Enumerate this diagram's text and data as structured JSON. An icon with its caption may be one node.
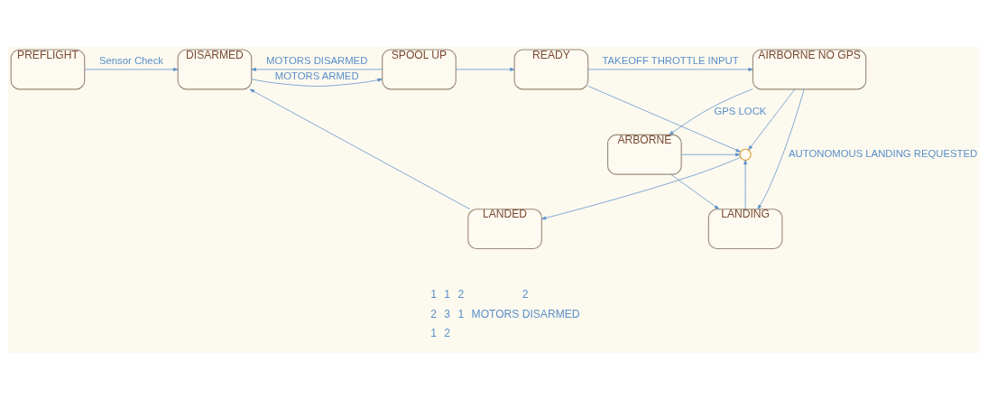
{
  "diagram": {
    "nodes": [
      {
        "text": [
          "PREFLIGHT"
        ]
      },
      {
        "text": [
          "DISARMED"
        ]
      },
      {
        "text": [
          "SPOOL UP"
        ]
      },
      {
        "text": [
          "READY"
        ]
      },
      {
        "text": [
          "AIRBORNE NO GPS"
        ]
      },
      {
        "text": [
          "ARBORNE"
        ]
      },
      {
        "text": [],
        "shape": "circle"
      },
      {
        "text": [
          "LANDED"
        ]
      },
      {
        "text": [
          "LANDING"
        ]
      }
    ],
    "edges": [
      {
        "from": 0,
        "to": 1,
        "arrow": "to",
        "label": "Sensor Check"
      },
      {
        "from": 1,
        "to": 2,
        "arrow": "to",
        "label": "MOTORS ARMED"
      },
      {
        "from": 2,
        "to": 3,
        "arrow": "to"
      },
      {
        "from": 3,
        "to": 4,
        "arrow": "to",
        "label": "TAKEOFF THROTTLE INPUT"
      },
      {
        "from": 2,
        "to": 1,
        "arrow": "to",
        "label": "MOTORS DISARMED"
      },
      {
        "from": 4,
        "to": 5,
        "arrow": "to",
        "label": "GPS LOCK"
      },
      {
        "from": 3,
        "to": 6,
        "arrow": "to"
      },
      {
        "from": 4,
        "to": 6,
        "arrow": "to"
      },
      {
        "from": 4,
        "to": 8,
        "arrow": "to",
        "label": "AUTONOMOUS LANDING REQUESTED"
      },
      {
        "from": 5,
        "to": 6,
        "arrow": "to"
      },
      {
        "from": 5,
        "to": 8,
        "arrow": "to"
      },
      {
        "from": 8,
        "to": 6,
        "arrow": "to"
      },
      {
        "from": 6,
        "to": 7,
        "arrow": "to"
      },
      {
        "from": 7,
        "to": 1,
        "arrow": "to"
      }
    ],
    "labels": [
      "1",
      "1",
      "2",
      "2",
      "2",
      "3",
      "1",
      "MOTORS DISARMED",
      "1",
      "2"
    ]
  }
}
